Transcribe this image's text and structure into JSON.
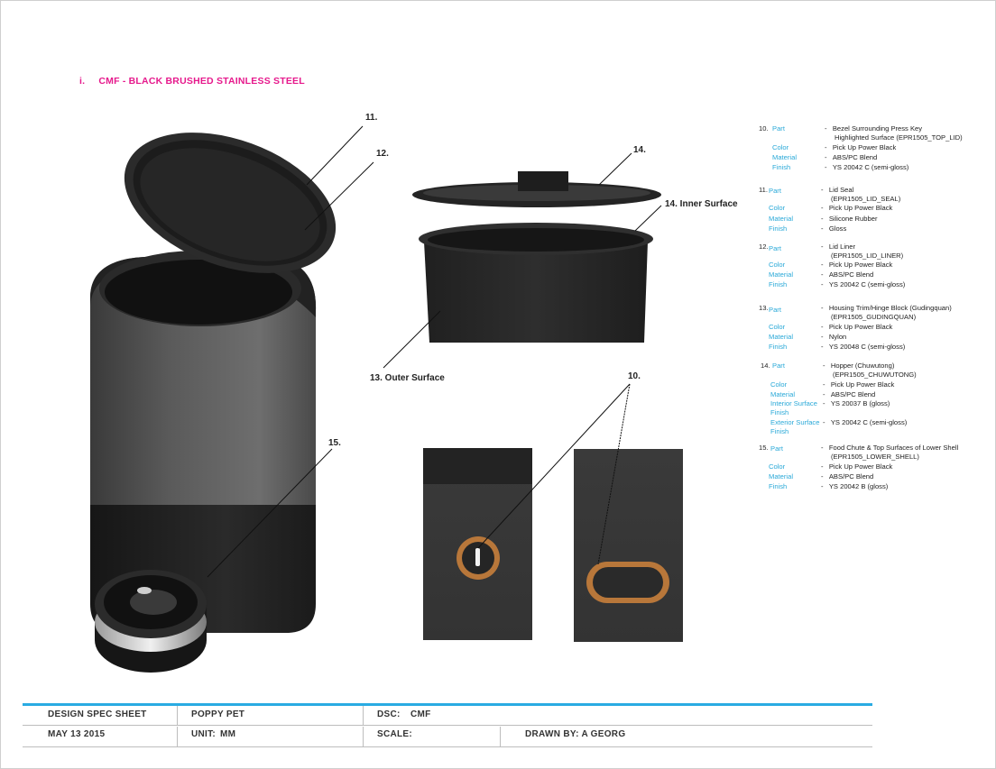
{
  "heading": {
    "number": "i.",
    "title": "CMF -  BLACK BRUSHED STAINLESS STEEL"
  },
  "callouts": {
    "c11": "11.",
    "c12": "12.",
    "c14": "14.",
    "c14_inner": "14. Inner Surface",
    "c13_outer": "13. Outer Surface",
    "c10": "10.",
    "c15": "15."
  },
  "specs": [
    {
      "num": "10.",
      "rows": [
        {
          "key": "Part",
          "value": "Bezel Surrounding Press Key"
        },
        {
          "key": "",
          "value": "Highlighted Surface (EPR1505_TOP_LID)"
        },
        {
          "key": "Color",
          "value": "Pick Up Power Black"
        },
        {
          "key": "Material",
          "value": "ABS/PC Blend"
        },
        {
          "key": "Finish",
          "value": "YS 20042 C (semi-gloss)"
        }
      ]
    },
    {
      "num": "11.",
      "rows": [
        {
          "key": "Part",
          "value": "Lid Seal"
        },
        {
          "key": "",
          "value": "(EPR1505_LID_SEAL)"
        },
        {
          "key": "Color",
          "value": "Pick Up Power Black"
        },
        {
          "key": "Material",
          "value": "Silicone Rubber"
        },
        {
          "key": "Finish",
          "value": "Gloss"
        }
      ]
    },
    {
      "num": "12.",
      "rows": [
        {
          "key": "Part",
          "value": "Lid Liner"
        },
        {
          "key": "",
          "value": "(EPR1505_LID_LINER)"
        },
        {
          "key": "Color",
          "value": "Pick Up Power Black"
        },
        {
          "key": "Material",
          "value": "ABS/PC Blend"
        },
        {
          "key": "Finish",
          "value": "YS 20042 C (semi-gloss)"
        }
      ]
    },
    {
      "num": "13.",
      "rows": [
        {
          "key": "Part",
          "value": "Housing Trim/Hinge Block (Gudingquan)"
        },
        {
          "key": "",
          "value": "(EPR1505_GUDINGQUAN)"
        },
        {
          "key": "Color",
          "value": "Pick Up Power Black"
        },
        {
          "key": "Material",
          "value": "Nylon"
        },
        {
          "key": "Finish",
          "value": "YS 20048 C (semi-gloss)"
        }
      ]
    },
    {
      "num": "14.",
      "rows": [
        {
          "key": "Part",
          "value": "Hopper (Chuwutong)"
        },
        {
          "key": "",
          "value": "(EPR1505_CHUWUTONG)"
        },
        {
          "key": "Color",
          "value": "Pick Up Power Black"
        },
        {
          "key": "Material",
          "value": "ABS/PC Blend"
        },
        {
          "key": "Interior Surface",
          "value": "YS 20037 B (gloss)"
        },
        {
          "key": "Finish",
          "value": ""
        },
        {
          "key": "Exterior Surface",
          "value": "YS 20042 C (semi-gloss)"
        },
        {
          "key": "Finish",
          "value": ""
        }
      ]
    },
    {
      "num": "15.",
      "rows": [
        {
          "key": "Part",
          "value": "Food Chute & Top Surfaces of Lower Shell"
        },
        {
          "key": "",
          "value": "(EPR1505_LOWER_SHELL)"
        },
        {
          "key": "Color",
          "value": "Pick Up Power Black"
        },
        {
          "key": "Material",
          "value": "ABS/PC Blend"
        },
        {
          "key": "Finish",
          "value": "YS 20042 B (gloss)"
        }
      ]
    }
  ],
  "footer": {
    "sheet": "DESIGN SPEC SHEET",
    "client": "POPPY PET",
    "dsc_label": "DSC:",
    "dsc_value": "CMF",
    "date": "MAY 13 2015",
    "unit_label": "UNIT:",
    "unit_value": "MM",
    "scale_label": "SCALE:",
    "drawn_by": "DRAWN BY: A GEORG"
  },
  "colors": {
    "heading": "#e6198c",
    "spec_key": "#2aa9d8",
    "footer_rule": "#29abe2",
    "accent_ring": "#b8773a"
  }
}
